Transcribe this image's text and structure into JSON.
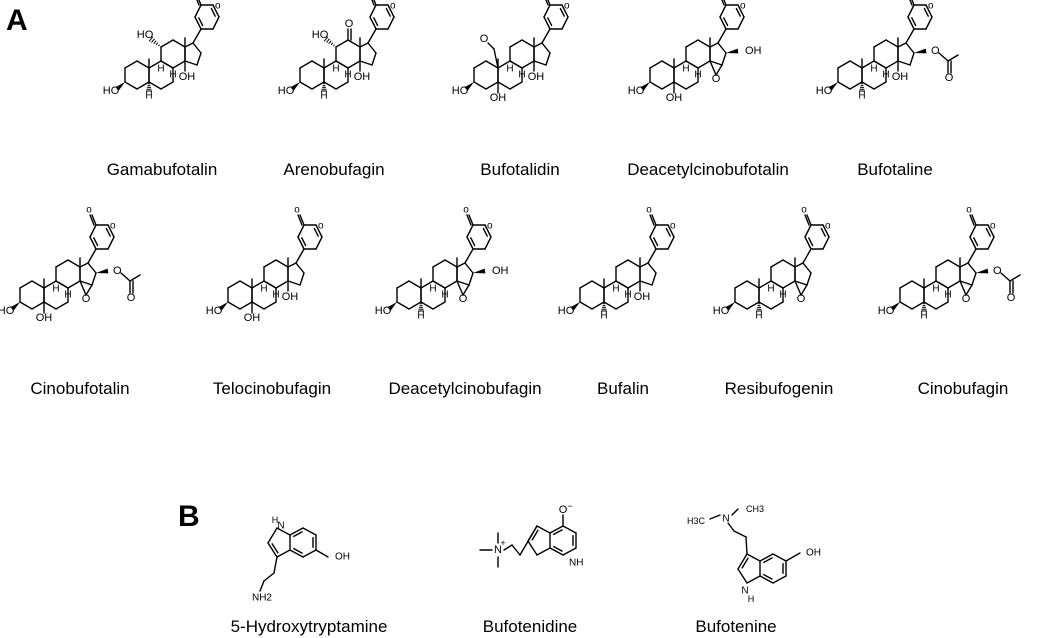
{
  "panels": {
    "a_label": "A",
    "b_label": "B"
  },
  "compounds_a": [
    {
      "name": "Gamabufotalin",
      "labels": {
        "oh3": "HO",
        "oh11": "HO",
        "oh14": "OH",
        "h5": "H",
        "h8": "H",
        "h9": "H"
      }
    },
    {
      "name": "Arenobufagin",
      "labels": {
        "oh3": "HO",
        "oh11": "HO",
        "oh14": "OH",
        "h5": "H",
        "h8": "H",
        "h9": "H",
        "o12": "O"
      }
    },
    {
      "name": "Bufotalidin",
      "labels": {
        "oh3": "HO",
        "oh14": "OH",
        "oh5": "OH",
        "h8": "H",
        "h9": "H",
        "cho": "O"
      }
    },
    {
      "name": "Deacetylcinobufotalin",
      "labels": {
        "oh3": "HO",
        "oh5": "OH",
        "oh16": "OH",
        "h8": "H",
        "h9": "H",
        "epox": "O"
      }
    },
    {
      "name": "Bufotaline",
      "labels": {
        "oh3": "HO",
        "oh14": "OH",
        "h5": "H",
        "h8": "H",
        "h9": "H",
        "oac": "O"
      }
    },
    {
      "name": "Cinobufotalin",
      "labels": {
        "oh3": "HO",
        "oh5": "OH",
        "h8": "H",
        "h9": "H",
        "epox": "O",
        "oac": "O"
      }
    },
    {
      "name": "Telocinobufagin",
      "labels": {
        "oh3": "HO",
        "oh5": "OH",
        "oh14": "OH",
        "h8": "H",
        "h9": "H"
      }
    },
    {
      "name": "Deacetylcinobufagin",
      "labels": {
        "oh3": "HO",
        "oh16": "OH",
        "h5": "H",
        "h8": "H",
        "h9": "H",
        "epox": "O"
      }
    },
    {
      "name": "Bufalin",
      "labels": {
        "oh3": "HO",
        "oh14": "OH",
        "h5": "H",
        "h8": "H",
        "h9": "H"
      }
    },
    {
      "name": "Resibufogenin",
      "labels": {
        "oh3": "HO",
        "h5": "H",
        "h8": "H",
        "h9": "H",
        "epox": "O"
      }
    },
    {
      "name": "Cinobufagin",
      "labels": {
        "oh3": "HO",
        "h5": "H",
        "h8": "H",
        "h9": "H",
        "epox": "O",
        "oac": "O"
      }
    }
  ],
  "compounds_b": [
    {
      "name": "5-Hydroxytryptamine",
      "labels": {
        "nh": "H",
        "n": "N",
        "oh": "OH",
        "nh2": "NH2"
      }
    },
    {
      "name": "Bufotenidine",
      "labels": {
        "ominus": "O",
        "minus": "−",
        "nplus": "N",
        "plus": "+",
        "nh": "NH"
      }
    },
    {
      "name": "Bufotenine",
      "labels": {
        "h3c": "H3C",
        "n": "N",
        "ch3": "CH3",
        "oh": "OH",
        "nh": "H",
        "n2": "N"
      }
    }
  ],
  "colors": {
    "line": "#000000",
    "text": "#000000",
    "background": "#ffffff"
  }
}
